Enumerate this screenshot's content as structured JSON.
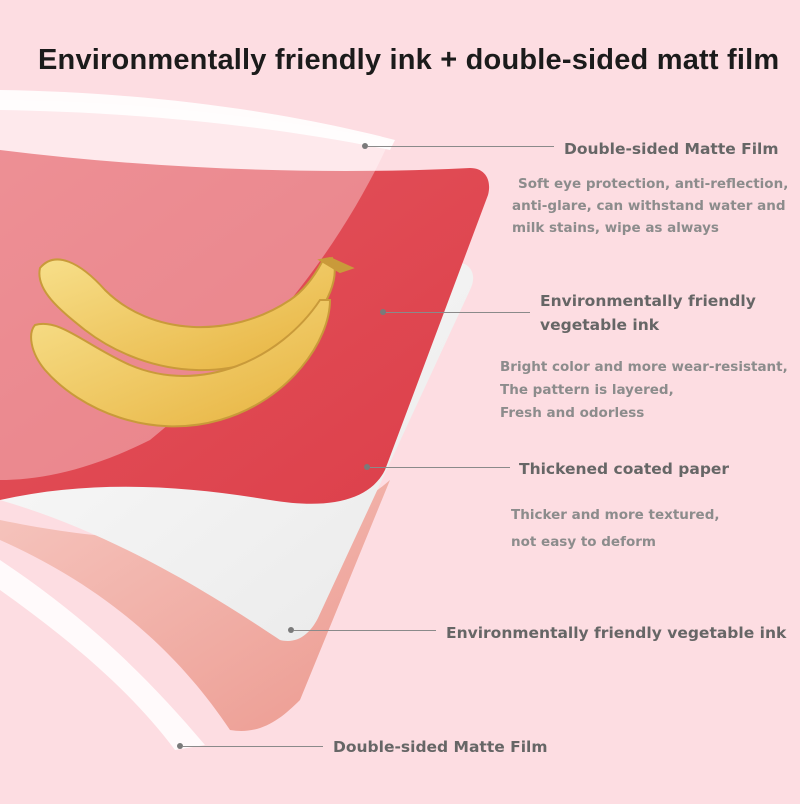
{
  "title": "Environmentally friendly ink + double-sided matt film",
  "colors": {
    "background": "#fddde2",
    "red_layer": "#e0464f",
    "paper_layer": "#f4f4f4",
    "pink_layer": "#f3b0a8",
    "banana": "#f0c95a"
  },
  "layers": [
    {
      "label": "Double-sided Matte Film",
      "desc_lines": [
        "Soft eye protection, anti-reflection,",
        "anti-glare, can withstand water and",
        "milk stains, wipe as always"
      ]
    },
    {
      "label_lines": [
        "Environmentally friendly",
        "vegetable ink"
      ],
      "desc_lines": [
        "Bright color and more wear-resistant,",
        "The pattern is layered,",
        "Fresh and odorless"
      ]
    },
    {
      "label": "Thickened coated paper",
      "desc_lines": [
        "Thicker and more textured,",
        "not easy to deform"
      ]
    },
    {
      "label": "Environmentally friendly vegetable ink"
    },
    {
      "label": "Double-sided Matte Film"
    }
  ]
}
